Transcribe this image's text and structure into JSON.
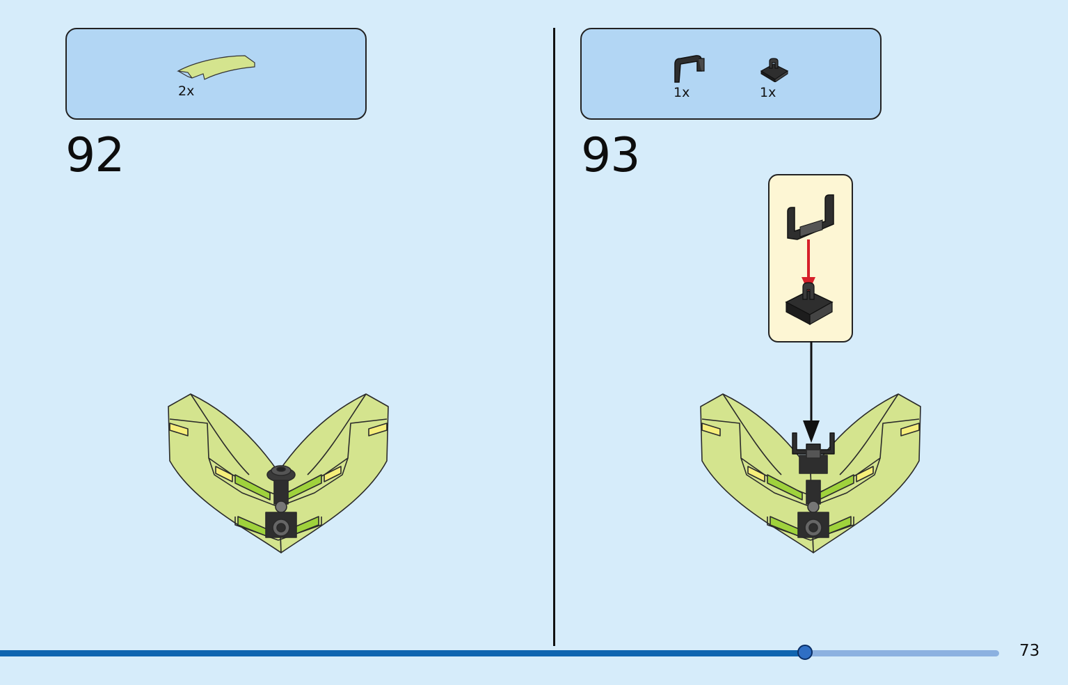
{
  "steps": [
    {
      "number": "92",
      "parts": [
        {
          "name": "curved-slope-lime",
          "qty": "2x"
        }
      ]
    },
    {
      "number": "93",
      "parts": [
        {
          "name": "bar-handle-black",
          "qty": "1x"
        },
        {
          "name": "clip-plate-black",
          "qty": "1x"
        }
      ]
    }
  ],
  "page_number": "73",
  "progress": {
    "fraction": 0.806
  },
  "colors": {
    "background": "#d6ecfa",
    "parts_box": "#b2d6f4",
    "sub_assembly_box": "#fdf6d4",
    "lime": "#d4e48e",
    "bright_green": "#9fd23c",
    "black_part": "#2e2e2e",
    "arrow_red": "#d6202a",
    "progress_fill": "#0f65b0",
    "progress_track": "#8cb1e0"
  }
}
